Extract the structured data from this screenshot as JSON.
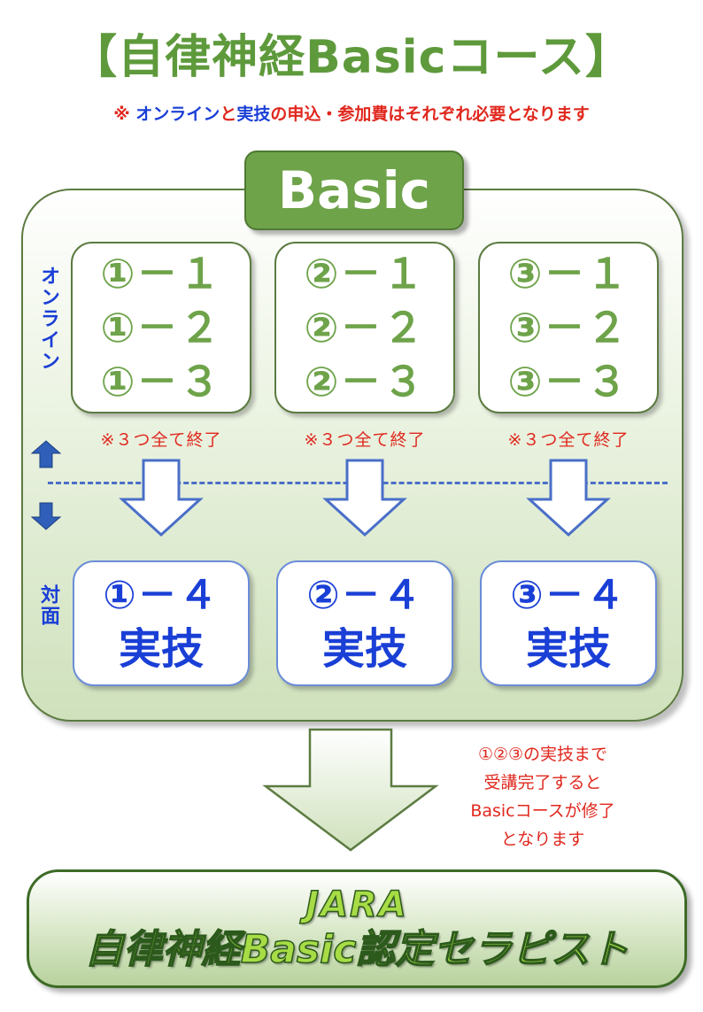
{
  "title": "【自律神経Basicコース】",
  "notice": {
    "prefix": "※ ",
    "online": "オンライン",
    "and": "と",
    "practical": "実技",
    "rest": "の申込・参加費はそれぞれ必要となります"
  },
  "basic_label": "Basic",
  "side_labels": {
    "online": "オンライン",
    "in_person": "対面"
  },
  "online_modules": [
    {
      "steps": [
        "①－１",
        "①－２",
        "①－３"
      ],
      "note": "※３つ全て終了"
    },
    {
      "steps": [
        "②－１",
        "②－２",
        "②－３"
      ],
      "note": "※３つ全て終了"
    },
    {
      "steps": [
        "③－１",
        "③－２",
        "③－３"
      ],
      "note": "※３つ全て終了"
    }
  ],
  "practical_modules": [
    {
      "step": "①－４",
      "kind": "実技"
    },
    {
      "step": "②－４",
      "kind": "実技"
    },
    {
      "step": "③－４",
      "kind": "実技"
    }
  ],
  "completion_note": [
    "①②③の実技まで",
    "受講完了すると",
    "Basicコースが修了",
    "となります"
  ],
  "certificate": {
    "line1": "JARA",
    "line2": "自律神経Basic認定セラピスト"
  },
  "colors": {
    "green": "#6ea34a",
    "dark_green": "#5c7b41",
    "blue": "#1a3fd6",
    "red": "#e0281e",
    "cert_text": "#a8dc46"
  },
  "icons": [
    "up-arrow-icon",
    "down-arrow-icon",
    "down-block-arrow-icon"
  ]
}
